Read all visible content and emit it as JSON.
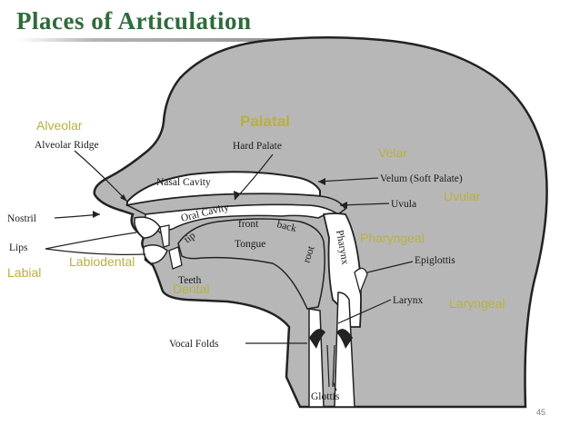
{
  "title": "Places of Articulation",
  "page_number": "45",
  "place_labels": {
    "alveolar": "Alveolar",
    "palatal": "Palatal",
    "velar": "Velar",
    "uvular": "Uvular",
    "pharyngeal": "Pharyngeal",
    "labiodental": "Labiodental",
    "labial": "Labial",
    "dental": "Dental",
    "laryngeal": "Laryngeal"
  },
  "anatomy_labels": {
    "alveolar_ridge": "Alveolar Ridge",
    "hard_palate": "Hard Palate",
    "nasal_cavity": "Nasal Cavity",
    "velum": "Velum (Soft Palate)",
    "uvula": "Uvula",
    "nostril": "Nostril",
    "oral_cavity": "Oral Cavity",
    "front": "front",
    "back": "back",
    "tip": "tip",
    "tongue": "Tongue",
    "root": "root",
    "pharynx": "Pharynx",
    "lips": "Lips",
    "teeth": "Teeth",
    "epiglottis": "Epiglottis",
    "larynx": "Larynx",
    "vocal_folds": "Vocal Folds",
    "glottis": "Glottis"
  },
  "colors": {
    "title": "#2e6b3a",
    "place_label": "#b9b040",
    "head_fill": "#b7b7b7",
    "outline": "#222222"
  }
}
